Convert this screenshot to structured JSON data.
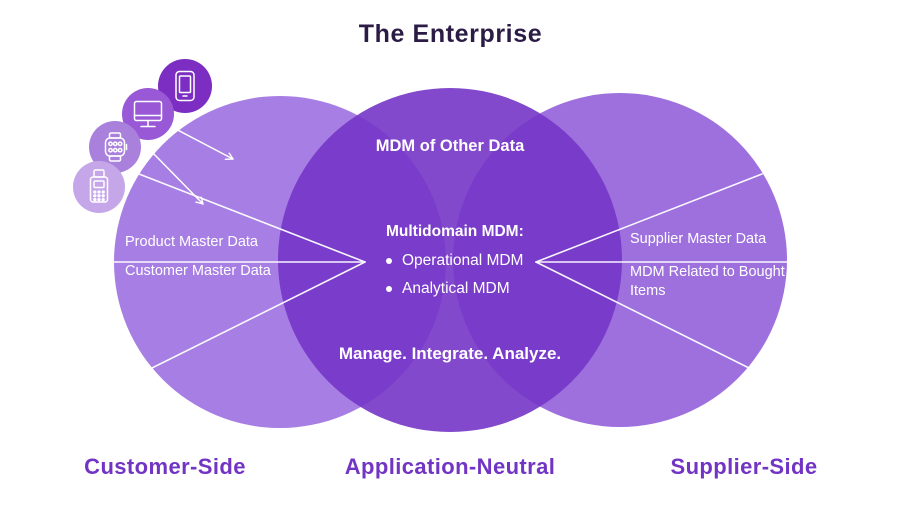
{
  "title": "The Enterprise",
  "center": {
    "top_label": "MDM of Other Data",
    "heading": "Multidomain MDM:",
    "bullets": [
      "Operational MDM",
      "Analytical MDM"
    ],
    "bottom_label": "Manage. Integrate. Analyze."
  },
  "left": {
    "labels": [
      "Product Master Data",
      "Customer Master Data"
    ],
    "section": "Customer-Side"
  },
  "middle": {
    "section": "Application-Neutral"
  },
  "right": {
    "labels": [
      "Supplier Master Data",
      "MDM Related to Bought Items"
    ],
    "section": "Supplier-Side"
  },
  "icons": [
    {
      "name": "smartphone-icon"
    },
    {
      "name": "desktop-monitor-icon"
    },
    {
      "name": "smartwatch-icon"
    },
    {
      "name": "payment-terminal-icon"
    }
  ],
  "colors": {
    "left_circle": "#a77ee3",
    "right_circle": "#9d70de",
    "middle_circle": "#7535c7",
    "title_text": "#2b1b45",
    "section_label": "#7134c4",
    "icon_circle_phone": "#7b2ec1",
    "icon_circle_monitor": "#9959d6",
    "icon_circle_watch": "#a981dc",
    "icon_circle_terminal": "#c5a7e9",
    "line": "#ffffff"
  }
}
